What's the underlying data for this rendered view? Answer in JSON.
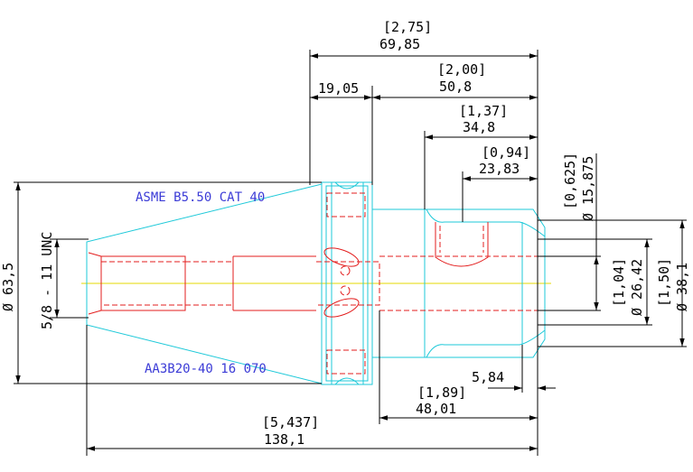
{
  "drawing": {
    "notes": {
      "standard": "ASME B5.50 CAT 40",
      "part_number": "AA3B20-40 16 070"
    },
    "dimensions": {
      "overall_length_in": "[5,437]",
      "overall_length_mm": "138,1",
      "flange_diameter": "Ø 63,5",
      "thread": "5/8 - 11 UNC",
      "length_2_75_in": "[2,75]",
      "length_2_75_mm": "69,85",
      "length_19_05_mm": "19,05",
      "length_2_00_in": "[2,00]",
      "length_2_00_mm": "50,8",
      "length_1_37_in": "[1,37]",
      "length_1_37_mm": "34,8",
      "length_0_94_in": "[0,94]",
      "length_0_94_mm": "23,83",
      "bore_in": "[0,625]",
      "bore_mm": "Ø 15,875",
      "dia_1_04_in": "[1,04]",
      "dia_1_04_mm": "Ø 26,42",
      "dia_1_50_in": "[1,50]",
      "dia_1_50_mm": "Ø 38,1",
      "length_5_84_mm": "5,84",
      "length_1_89_in": "[1,89]",
      "length_1_89_mm": "48,01"
    }
  }
}
